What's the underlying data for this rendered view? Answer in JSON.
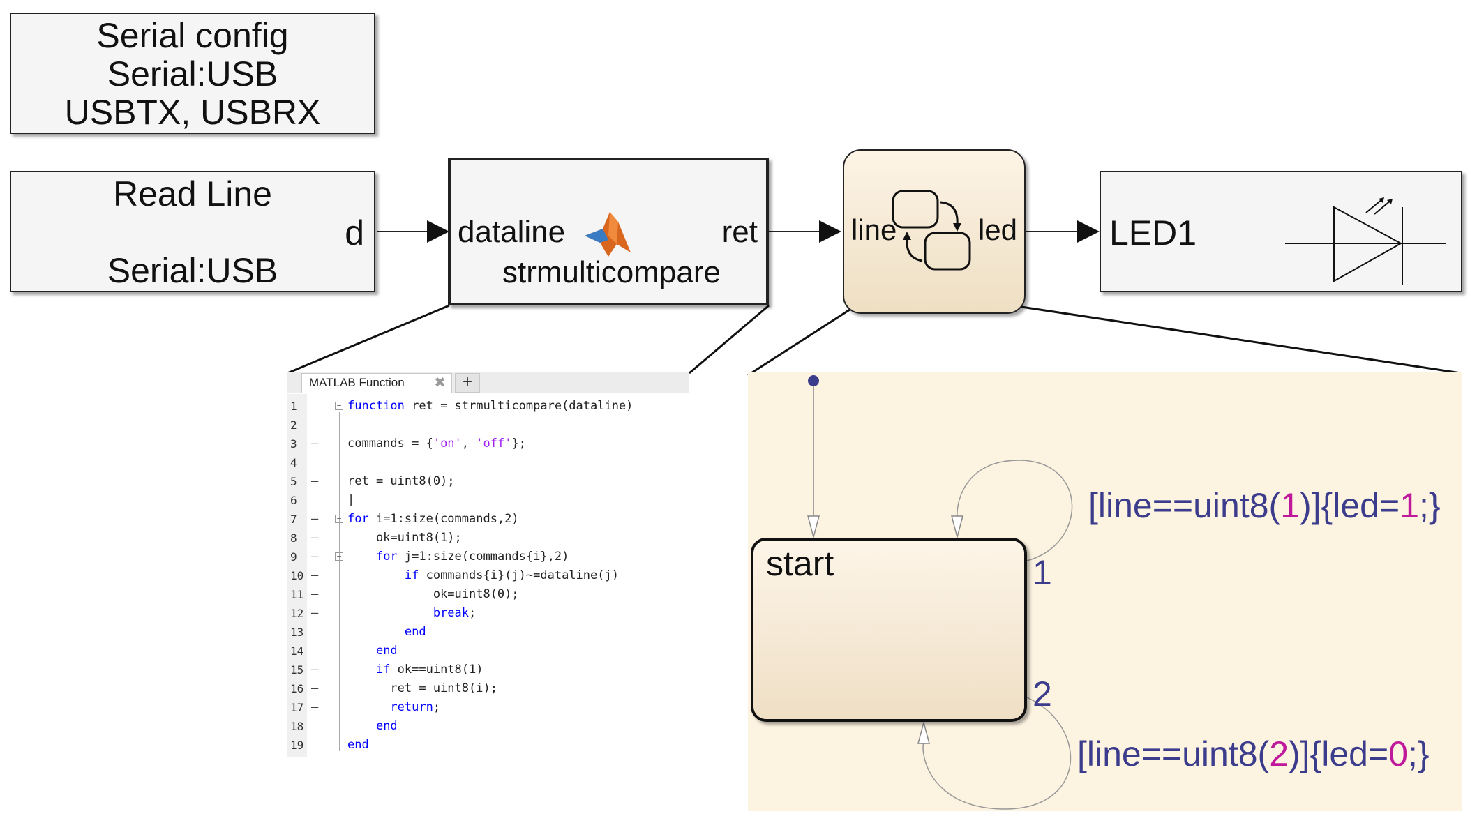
{
  "blocks": {
    "serial_config": {
      "lines": [
        "Serial config",
        "Serial:USB",
        "USBTX, USBRX"
      ]
    },
    "read_line": {
      "title": "Read Line",
      "port": "d",
      "subtitle": "Serial:USB"
    },
    "matlab_function": {
      "input": "dataline",
      "output": "ret",
      "name": "strmulticompare"
    },
    "chart": {
      "input": "line",
      "output": "led"
    },
    "led": {
      "label": "LED1"
    }
  },
  "editor": {
    "tab_label": "MATLAB Function",
    "lines": [
      {
        "n": "1",
        "dash": "",
        "fold": "⊟",
        "html": "<span class='kw'>function</span> ret = strmulticompare(dataline)"
      },
      {
        "n": "2",
        "dash": "",
        "fold": "",
        "html": ""
      },
      {
        "n": "3",
        "dash": "—",
        "fold": "",
        "html": "commands = {<span class='str'>'on'</span>, <span class='str'>'off'</span>};"
      },
      {
        "n": "4",
        "dash": "",
        "fold": "",
        "html": ""
      },
      {
        "n": "5",
        "dash": "—",
        "fold": "",
        "html": "ret = uint8(0);"
      },
      {
        "n": "6",
        "dash": "",
        "fold": "",
        "html": "|"
      },
      {
        "n": "7",
        "dash": "—",
        "fold": "⊟",
        "html": "<span class='kw'>for</span> i=1:size(commands,2)"
      },
      {
        "n": "8",
        "dash": "—",
        "fold": "",
        "html": "    ok=uint8(1);"
      },
      {
        "n": "9",
        "dash": "—",
        "fold": "⊟",
        "html": "    <span class='kw'>for</span> j=1:size(commands{i},2)"
      },
      {
        "n": "10",
        "dash": "—",
        "fold": "",
        "html": "        <span class='kw'>if</span> commands{i}(j)~=dataline(j)"
      },
      {
        "n": "11",
        "dash": "—",
        "fold": "",
        "html": "            ok=uint8(0);"
      },
      {
        "n": "12",
        "dash": "—",
        "fold": "",
        "html": "            <span class='kw'>break</span>;"
      },
      {
        "n": "13",
        "dash": "",
        "fold": "",
        "html": "        <span class='kw'>end</span>"
      },
      {
        "n": "14",
        "dash": "",
        "fold": "",
        "html": "    <span class='kw'>end</span>"
      },
      {
        "n": "15",
        "dash": "—",
        "fold": "",
        "html": "    <span class='kw'>if</span> ok==uint8(1)"
      },
      {
        "n": "16",
        "dash": "—",
        "fold": "",
        "html": "      ret = uint8(i);"
      },
      {
        "n": "17",
        "dash": "—",
        "fold": "",
        "html": "      <span class='kw'>return</span>;"
      },
      {
        "n": "18",
        "dash": "",
        "fold": "",
        "html": "    <span class='kw'>end</span>"
      },
      {
        "n": "19",
        "dash": "",
        "fold": "",
        "html": "<span class='kw'>end</span>"
      }
    ]
  },
  "stateflow": {
    "state_label": "start",
    "transition1": {
      "pre": "[line==uint8(",
      "num1": "1",
      "mid": ")]{led=",
      "num2": "1",
      "post": ";}"
    },
    "transition2": {
      "pre": "[line==uint8(",
      "num1": "2",
      "mid": ")]{led=",
      "num2": "0",
      "post": ";}"
    },
    "priority1": "1",
    "priority2": "2"
  },
  "colors": {
    "keyword": "#0000ff",
    "string": "#a020f0",
    "transition_text": "#3c3c8c",
    "transition_number": "#c0189b",
    "stateflow_bg": "#fdf3e1"
  }
}
